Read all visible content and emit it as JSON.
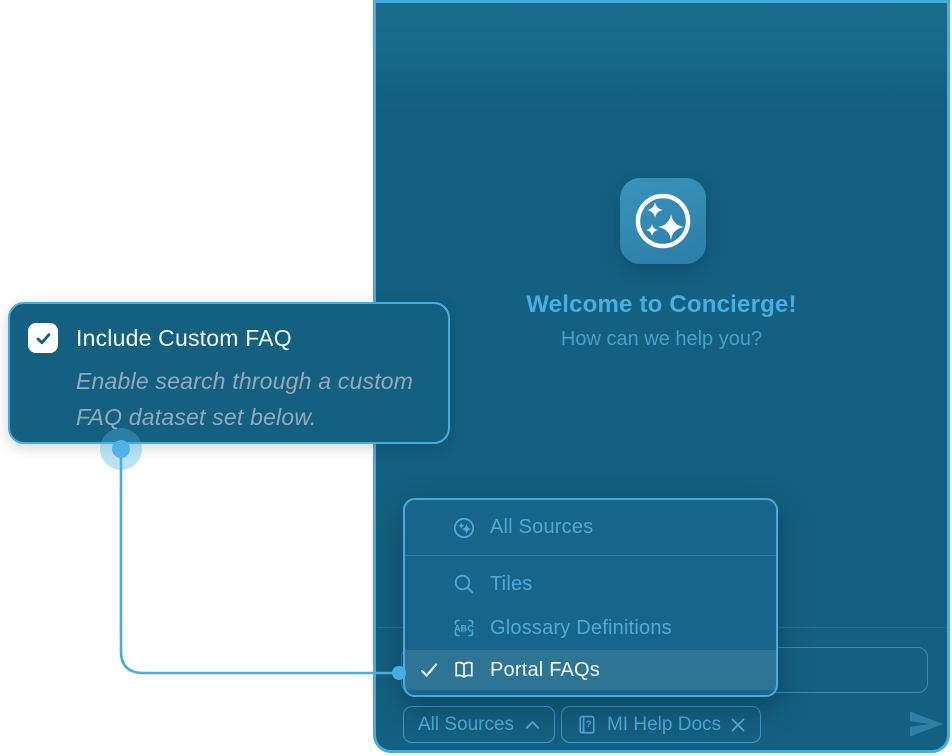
{
  "panel": {
    "welcome_title": "Welcome to Concierge!",
    "welcome_subtitle": "How can we help you?"
  },
  "source_menu": {
    "items": [
      {
        "label": "All Sources",
        "icon": "sparkle-circle-icon",
        "selected": false
      },
      {
        "label": "Tiles",
        "icon": "search-icon",
        "selected": false
      },
      {
        "label": "Glossary Definitions",
        "icon": "glossary-abc-icon",
        "selected": false
      },
      {
        "label": "Portal FAQs",
        "icon": "open-book-icon",
        "selected": true
      }
    ]
  },
  "composer": {
    "input_value": "",
    "input_placeholder": "",
    "source_selector_label": "All Sources",
    "filter_chip_label": "MI Help Docs"
  },
  "callout": {
    "checkbox_checked": true,
    "title": "Include Custom FAQ",
    "description": "Enable search through a custom FAQ dataset set below."
  },
  "icons": {
    "glossary_text": "ABC",
    "help_text": "?"
  },
  "colors": {
    "accent": "#45ade0",
    "panel_background": "#136080",
    "menu_text": "#4fa9d6",
    "title_text": "#47b0e2",
    "subtitle_text": "#459fc8",
    "selected_text": "#f2f7fa",
    "description_text": "#95aab8",
    "send_icon": "#2e80a9"
  }
}
